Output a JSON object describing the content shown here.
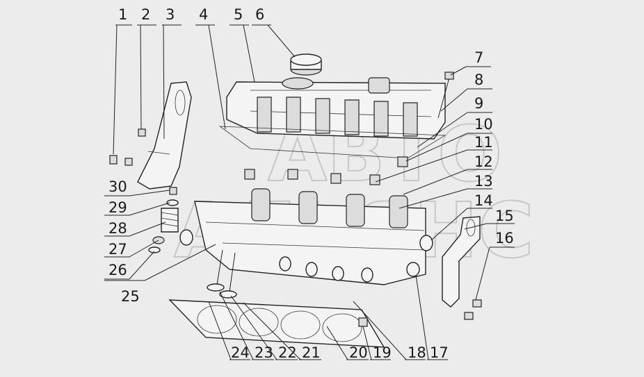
{
  "watermark": [
    "АВТО",
    "АЛЬЯНС"
  ],
  "callouts": [
    "1",
    "2",
    "3",
    "4",
    "5",
    "6",
    "7",
    "8",
    "9",
    "10",
    "11",
    "12",
    "13",
    "14",
    "15",
    "16",
    "17",
    "18",
    "19",
    "20",
    "21",
    "22",
    "23",
    "24",
    "25",
    "26",
    "27",
    "28",
    "29",
    "30"
  ]
}
